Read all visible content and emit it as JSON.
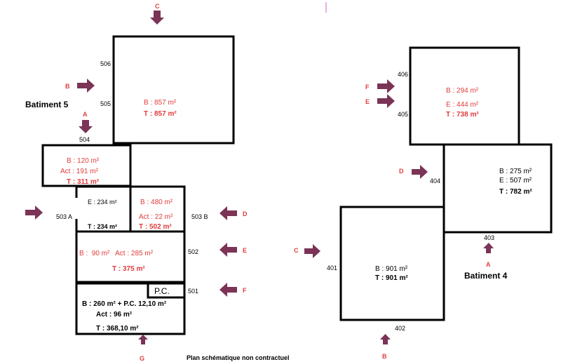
{
  "colors": {
    "accent": "#e03c3c",
    "arrow": "#7b3356",
    "wall": "#000000"
  },
  "footer": "Plan schématique non contractuel",
  "building5": {
    "title": "Batiment 5",
    "rooms": {
      "top": {
        "b": "B : 857 m²",
        "t": "T :  857 m²"
      },
      "r504": {
        "b": "B : 120 m²",
        "act": "Act : 191 m²",
        "t": "T : 311 m²"
      },
      "r503a": {
        "e": "E : 234 m²",
        "t": "T : 234 m²"
      },
      "r503b": {
        "b": "B : 480 m²",
        "act": "Act : 22 m²",
        "t": "T : 502 m²"
      },
      "r502": {
        "line": "B :  90 m²   Act : 285 m²",
        "t": "T : 375 m²"
      },
      "r501": {
        "b": "B : 260 m² + P.C. 12,10 m²",
        "act": "Act : 96 m²",
        "t": "T : 368,10 m²",
        "pc": "P.C."
      }
    },
    "doors": {
      "d506": "506",
      "d505": "505",
      "d504": "504",
      "d503a": "503 A",
      "d503b": "503 B",
      "d502": "502",
      "d501": "501"
    },
    "arrows": {
      "c": "C",
      "b": "B",
      "a": "A",
      "d": "D",
      "e": "E",
      "f": "F",
      "g": "G"
    }
  },
  "building4": {
    "title": "Batiment 4",
    "rooms": {
      "top": {
        "b": "B : 294 m²",
        "e": "E : 444 m²",
        "t": "T : 738 m²"
      },
      "mid": {
        "b": "B : 275 m²",
        "e": "E : 507 m²",
        "t": "T : 782 m²"
      },
      "bottom": {
        "b": "B :  901 m²",
        "t": "T :  901 m²"
      }
    },
    "doors": {
      "d406": "406",
      "d405": "405",
      "d404": "404",
      "d403": "403",
      "d402": "402",
      "d401": "401"
    },
    "arrows": {
      "f": "F",
      "e": "E",
      "d": "D",
      "c": "C",
      "a": "A",
      "b": "B"
    }
  }
}
